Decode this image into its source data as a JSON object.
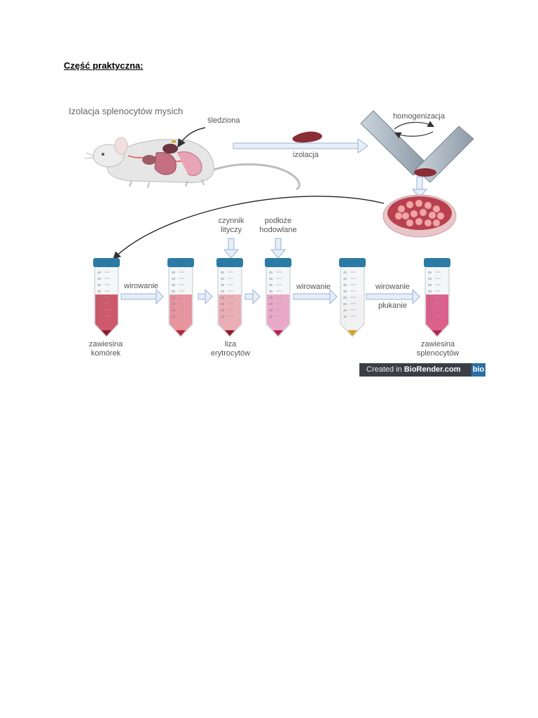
{
  "heading": "Część praktyczna:",
  "figure": {
    "title": "Izolacja splenocytów mysich",
    "labels": {
      "spleen": "śledziona",
      "isolation": "izolacja",
      "homogenization": "homogenizacja",
      "lytic_agent_1": "czynnik",
      "lytic_agent_2": "lityczy",
      "medium_1": "podłoże",
      "medium_2": "hodowlane",
      "centrifuge_1": "wirowanie",
      "centrifuge_2": "wirowanie",
      "centrifuge_3": "wirowanie",
      "washing": "płukanie",
      "cell_suspension_1": "zawiesina",
      "cell_suspension_2": "komórek",
      "lysis_1": "liza",
      "lysis_2": "erytrocytów",
      "splenocyte_suspension_1": "zawiesina",
      "splenocyte_suspension_2": "splenocytów"
    },
    "tube_ticks": [
      "45",
      "40",
      "35",
      "30",
      "25",
      "20",
      "15",
      "10"
    ],
    "tube_liquid_colors": [
      "#c9485a",
      "#e58a93",
      "#e9a6ad",
      "#e9a1c2",
      "#f1f1f1",
      "#d9507f"
    ],
    "tube_pellet_colors": [
      "#8f1b2c",
      "#b3283a",
      "#8f1b2c",
      "#b3284f",
      "#d4a21e",
      "#b3284f"
    ],
    "cap_color": "#2b7ba4",
    "watermark": {
      "prefix": "Created in ",
      "brand": "BioRender.com",
      "logo": "bio"
    }
  }
}
